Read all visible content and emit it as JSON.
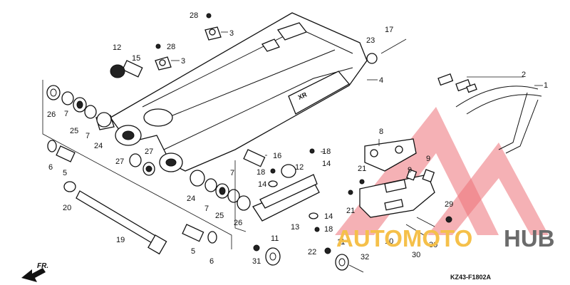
{
  "diagram_code": "KZ43-F1802A",
  "direction_label": "FR.",
  "watermark": {
    "part1": "AUTOMOTO",
    "part2": "HUB",
    "color_primary": "#f5c04a",
    "color_secondary": "#6b6b6b",
    "logo_color": "#e8424a"
  },
  "callouts": {
    "c1": "1",
    "c2": "2",
    "c3a": "3",
    "c3b": "3",
    "c4": "4",
    "c5a": "5",
    "c5b": "5",
    "c6a": "6",
    "c6b": "6",
    "c7a": "7",
    "c7b": "7",
    "c7c": "7",
    "c7d": "7",
    "c8": "8",
    "c9a": "9",
    "c9b": "9",
    "c10": "10",
    "c11a": "11",
    "c11b": "11",
    "c12a": "12",
    "c12b": "12",
    "c13": "13",
    "c14a": "14",
    "c14b": "14",
    "c14c": "14",
    "c15": "15",
    "c16": "16",
    "c17": "17",
    "c18a": "18",
    "c18b": "18",
    "c18c": "18",
    "c19": "19",
    "c20": "20",
    "c21a": "21",
    "c21b": "21",
    "c22": "22",
    "c23": "23",
    "c24a": "24",
    "c24b": "24",
    "c25a": "25",
    "c25b": "25",
    "c26a": "26",
    "c26b": "26",
    "c27a": "27",
    "c27b": "27",
    "c28a": "28",
    "c28b": "28",
    "c29": "29",
    "c30a": "30",
    "c30b": "30",
    "c31": "31",
    "c32": "32"
  }
}
